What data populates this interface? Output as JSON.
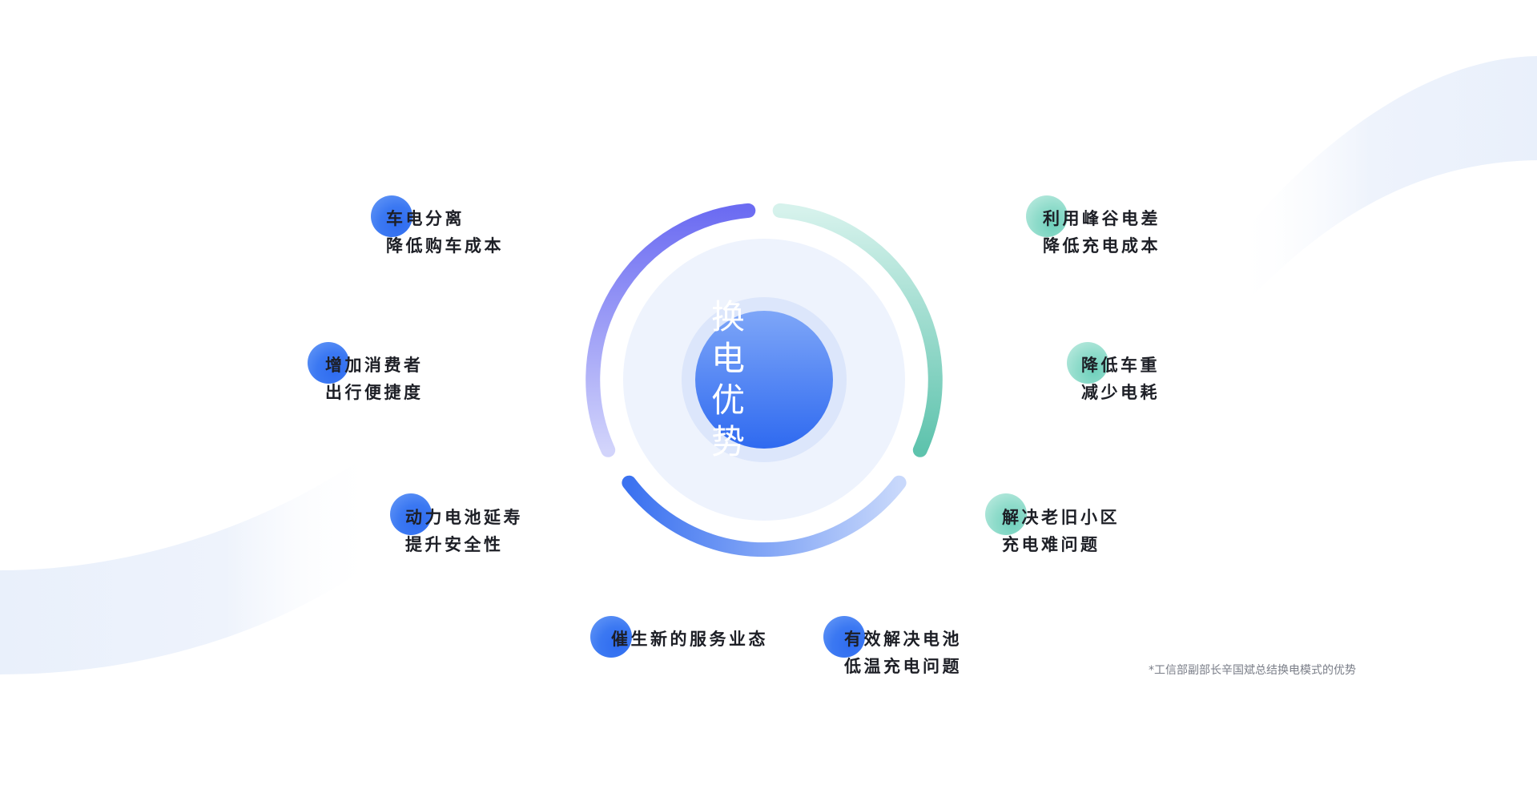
{
  "center": {
    "line1": "换 电",
    "line2": "优 势"
  },
  "items": [
    {
      "line1": "车电分离",
      "line2": "降低购车成本",
      "color": "blue"
    },
    {
      "line1": "增加消费者",
      "line2": "出行便捷度",
      "color": "blue"
    },
    {
      "line1": "动力电池延寿",
      "line2": "提升安全性",
      "color": "blue"
    },
    {
      "line1": "催生新的服务业态",
      "line2": "",
      "color": "blue"
    },
    {
      "line1": "有效解决电池",
      "line2": "低温充电问题",
      "color": "blue"
    },
    {
      "line1": "利用峰谷电差",
      "line2": "降低充电成本",
      "color": "teal"
    },
    {
      "line1": "降低车重",
      "line2": "减少电耗",
      "color": "teal"
    },
    {
      "line1": "解决老旧小区",
      "line2": "充电难问题",
      "color": "teal"
    }
  ],
  "footnote": "*工信部副部长辛国斌总结换电模式的优势",
  "colors": {
    "blue": "#3b78f2",
    "purple": "#7370f3",
    "teal": "#5ec3ad",
    "text": "#1d1f26"
  }
}
